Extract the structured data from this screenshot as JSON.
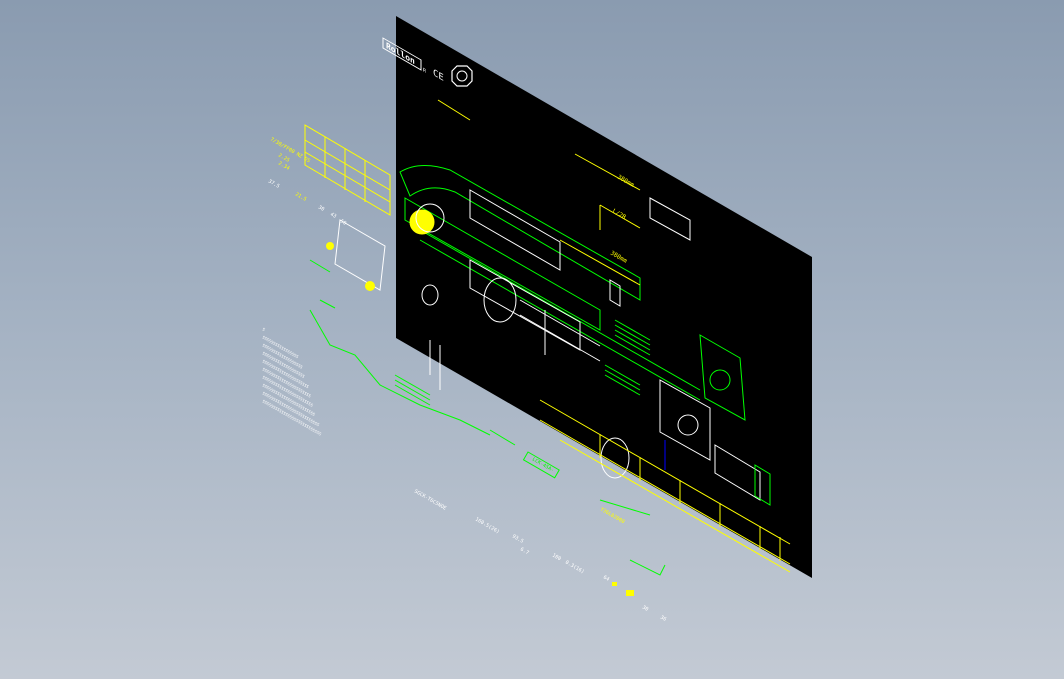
{
  "viewport": {
    "background_top": "#8a9bb0",
    "background_bottom": "#c3cad4",
    "description_colors": {
      "sheet": "#000000",
      "primary_line": "#00ff00",
      "secondary_line": "#ffff00",
      "tertiary_line": "#ffffff",
      "accent": "#0000ff"
    }
  },
  "sheet": {
    "logo_text": "Rollon",
    "logo_suffix": "R",
    "ce_mark": "CE",
    "dimension_labels": [
      "380mm",
      "L/2B",
      "380mm"
    ]
  },
  "table_block": {
    "title": "7/30/FF00 NZ DS",
    "values": [
      "2.25",
      "2.34",
      "37.5",
      "21.5",
      "30",
      "43",
      "50"
    ]
  },
  "spec_block": {
    "lines": [
      "S",
      "SSSSSSSSSSSSSSSSS",
      "SSSSSSSSSSSSSSSSSSS",
      "SSSSSSSSSSSSSSSSSSSS",
      "SSSSSSSSSSSSSSSSSSSSSS",
      "SSSSSSSSSSSSSSSSSSSSSSS",
      "SSSSSSSSSSSSSSSSSSSSSSSS",
      "SSSSSSSSSSSSSSSSSSSSSSSSS",
      "SSSSSSSSSSSSSSSSSSSSSSSSSSS",
      "SSSSSSSSSSSSSSSSSSSSSSSSSSSS"
    ]
  },
  "bottom_block": {
    "model": "SGCK-T6C5NOE",
    "dims": [
      "160.5(26)",
      "93.5",
      "6.7",
      "100",
      "0.3(16)",
      "64",
      "30",
      "36"
    ],
    "code": "Y36L02000"
  },
  "green_labels": [
    "LCK-45A-"
  ]
}
